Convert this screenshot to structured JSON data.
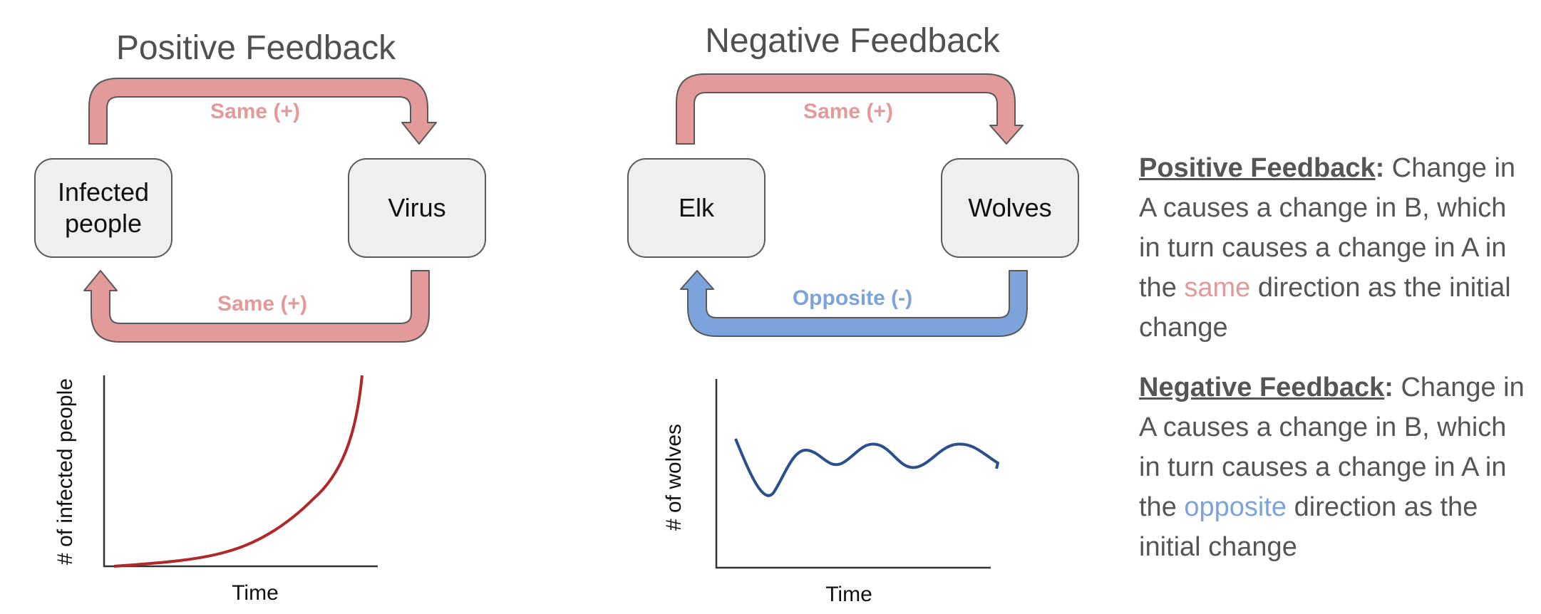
{
  "colors": {
    "same_arrow": "#e29a9a",
    "opposite_arrow": "#7da3dc",
    "box_fill": "#efefef",
    "outline": "#595959",
    "positive_curve": "#b0282a",
    "negative_curve": "#2a4f8c"
  },
  "positive": {
    "title": "Positive Feedback",
    "node_a": "Infected people",
    "node_b": "Virus",
    "top_arrow_label": "Same (+)",
    "bottom_arrow_label": "Same (+)",
    "graph_ylabel": "# of infected people",
    "graph_xlabel": "Time"
  },
  "negative": {
    "title": "Negative Feedback",
    "node_a": "Elk",
    "node_b": "Wolves",
    "top_arrow_label": "Same (+)",
    "bottom_arrow_label": "Opposite (-)",
    "graph_ylabel": "# of wolves",
    "graph_xlabel": "Time"
  },
  "definitions": {
    "positive": {
      "term": "Positive Feedback",
      "colon": ":",
      "text_before": " Change in A causes a change in B, which in turn causes a change in A in the ",
      "highlight": "same",
      "text_after": " direction as the initial change"
    },
    "negative": {
      "term": "Negative Feedback",
      "colon": ":",
      "text_before": " Change in A causes a change in B, which in turn causes a change in A in the ",
      "highlight": "opposite",
      "text_after": " direction as the initial change"
    }
  }
}
